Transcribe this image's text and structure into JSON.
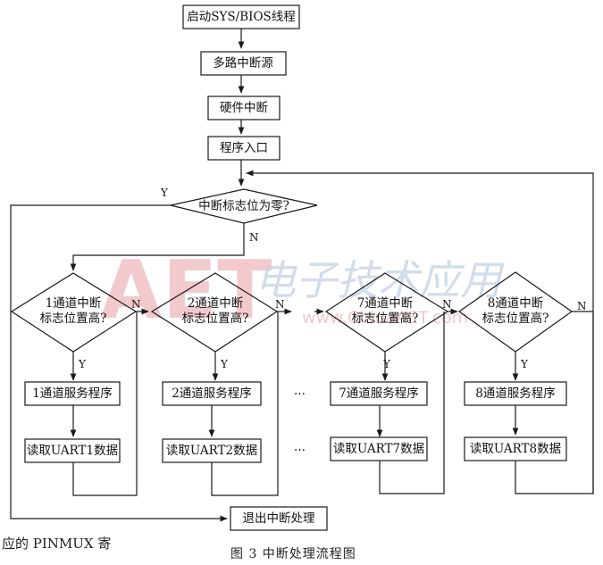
{
  "nodes": {
    "start": "启动SYS/BIOS线程",
    "multi_source": "多路中断源",
    "hw_interrupt": "硬件中断",
    "entry": "程序入口",
    "flag_zero_q": "中断标志位为零?",
    "ch1_q_line1": "1通道中断",
    "ch1_q_line2": "标志位置高?",
    "ch2_q_line1": "2通道中断",
    "ch2_q_line2": "标志位置高?",
    "ch7_q_line1": "7通道中断",
    "ch7_q_line2": "标志位置高?",
    "ch8_q_line1": "8通道中断",
    "ch8_q_line2": "标志位置高?",
    "ch1_service": "1通道服务程序",
    "ch2_service": "2通道服务程序",
    "ch7_service": "7通道服务程序",
    "ch8_service": "8通道服务程序",
    "ch1_read": "读取UART1数据",
    "ch2_read": "读取UART2数据",
    "ch7_read": "读取UART7数据",
    "ch8_read": "读取UART8数据",
    "exit": "退出中断处理"
  },
  "labels": {
    "yes": "Y",
    "no": "N",
    "ellipsis": "···"
  },
  "watermark": {
    "logo": "AET",
    "chinese": "电子技术应用",
    "url": "www.ChinaAET.com"
  },
  "caption": "图 3   中断处理流程图",
  "body_fragment": "应的 PINMUX 寄",
  "colors": {
    "line": "#1a1a1a",
    "watermark_red": "#e9a0a6",
    "watermark_blue": "#c2d2e3"
  }
}
